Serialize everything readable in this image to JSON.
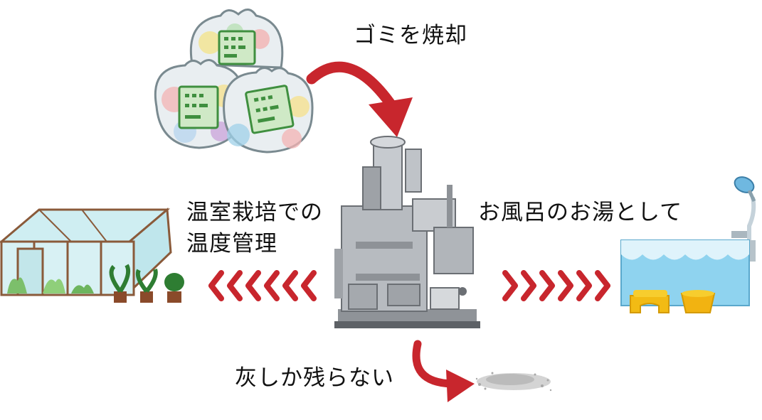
{
  "labels": {
    "burn": "ゴミを焼却",
    "greenhouse_line1": "温室栽培での",
    "greenhouse_line2": "温度管理",
    "bath": "お風呂のお湯として",
    "ash": "灰しか残らない"
  },
  "colors": {
    "arrow_red": "#c8262d",
    "bag_green": "#3f8f3f",
    "water_blue": "#8fd3ef",
    "machine_gray": "#a9adb2",
    "greenhouse_frame": "#8a5a3a"
  },
  "icons": {
    "garbage": "garbage-bags-icon",
    "incinerator": "incinerator-machine-image",
    "greenhouse": "greenhouse-icon",
    "bathtub": "bathtub-icon",
    "ash": "ash-pile-icon"
  }
}
